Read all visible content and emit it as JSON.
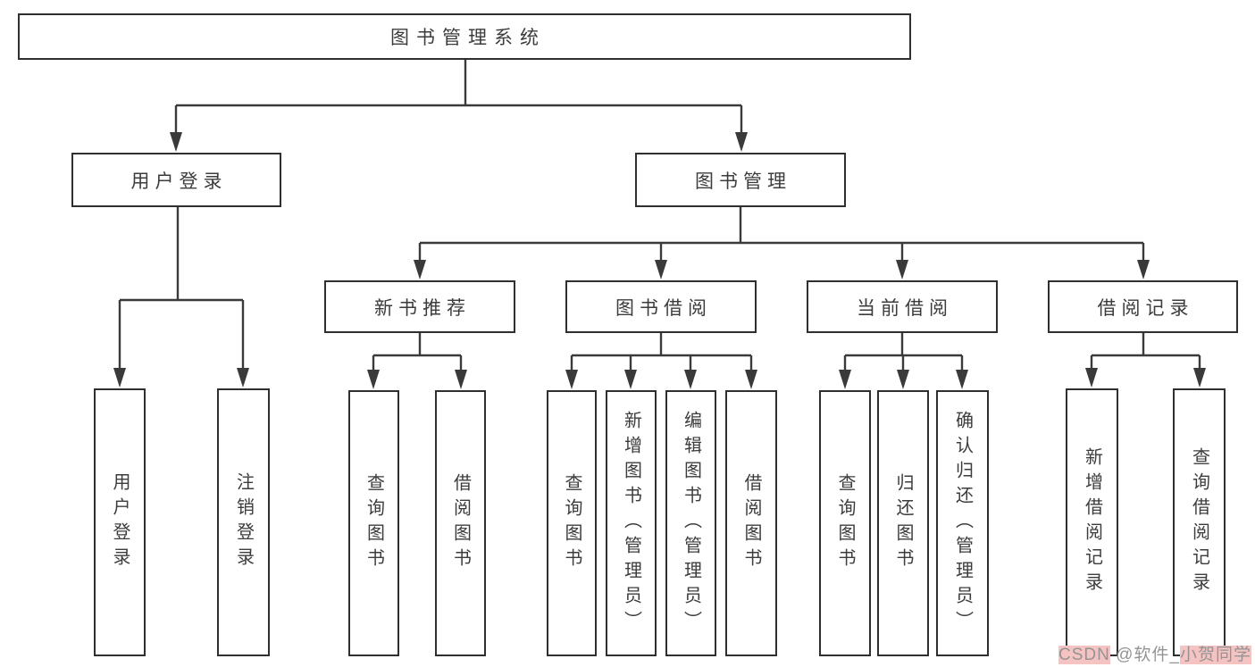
{
  "root": {
    "label": "图书管理系统"
  },
  "level2": [
    {
      "label": "用户登录",
      "parent": "图书管理系统"
    },
    {
      "label": "图书管理",
      "parent": "图书管理系统"
    }
  ],
  "level3": [
    {
      "label": "新书推荐",
      "parent": "图书管理"
    },
    {
      "label": "图书借阅",
      "parent": "图书管理"
    },
    {
      "label": "当前借阅",
      "parent": "图书管理"
    },
    {
      "label": "借阅记录",
      "parent": "图书管理"
    }
  ],
  "leaves": [
    {
      "label": "用户登录",
      "parent": "用户登录"
    },
    {
      "label": "注销登录",
      "parent": "用户登录"
    },
    {
      "label": "查询图书",
      "parent": "新书推荐"
    },
    {
      "label": "借阅图书",
      "parent": "新书推荐"
    },
    {
      "label": "查询图书",
      "parent": "图书借阅"
    },
    {
      "label": "新增图书（管理员）",
      "parent": "图书借阅"
    },
    {
      "label": "编辑图书（管理员）",
      "parent": "图书借阅"
    },
    {
      "label": "借阅图书",
      "parent": "图书借阅"
    },
    {
      "label": "查询图书",
      "parent": "当前借阅"
    },
    {
      "label": "归还图书",
      "parent": "当前借阅"
    },
    {
      "label": "确认归还（管理员）",
      "parent": "当前借阅"
    },
    {
      "label": "新增借阅记录",
      "parent": "借阅记录"
    },
    {
      "label": "查询借阅记录",
      "parent": "借阅记录"
    }
  ],
  "watermark": {
    "part1": "CSDN",
    "part2": " @软件_",
    "part3": "小贺同学"
  },
  "colors": {
    "line": "#3a3a3a",
    "box_border": "#2f2f2f",
    "text": "#3c3c3c",
    "watermark_bg": "#f6c3c3",
    "watermark_text": "#949494",
    "bg": "#ffffff"
  }
}
